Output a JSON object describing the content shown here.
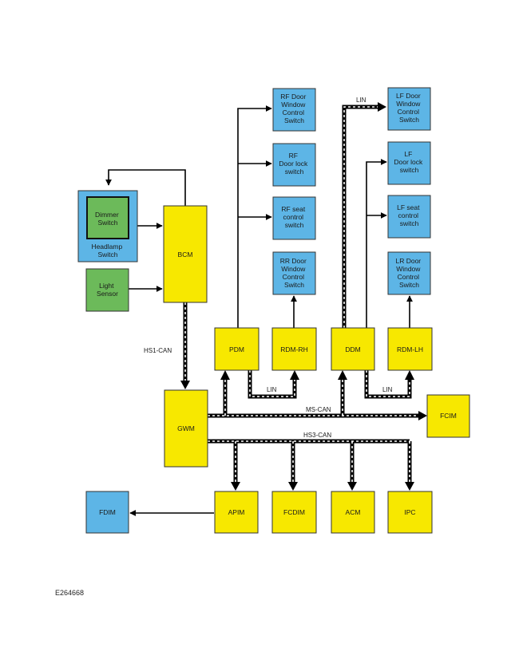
{
  "colors": {
    "module_fill": "#f7e800",
    "switch_fill": "#5db5e6",
    "sensor_fill": "#6cba5a",
    "outline": "#333333",
    "bus": "#000000"
  },
  "modules": {
    "bcm": "BCM",
    "gwm": "GWM",
    "pdm": "PDM",
    "rdm_rh": "RDM-RH",
    "ddm": "DDM",
    "rdm_lh": "RDM-LH",
    "fcim": "FCIM",
    "apim": "APIM",
    "fcdim": "FCDIM",
    "acm": "ACM",
    "ipc": "IPC",
    "fdim": "FDIM"
  },
  "switches": {
    "rf_window": [
      "RF Door",
      "Window",
      "Control",
      "Switch"
    ],
    "rf_lock": [
      "RF",
      "Door lock",
      "switch"
    ],
    "rf_seat": [
      "RF seat",
      "control",
      "switch"
    ],
    "rr_window": [
      "RR Door",
      "Window",
      "Control",
      "Switch"
    ],
    "lf_window": [
      "LF Door",
      "Window",
      "Control",
      "Switch"
    ],
    "lf_lock": [
      "LF",
      "Door lock",
      "switch"
    ],
    "lf_seat": [
      "LF seat",
      "control",
      "switch"
    ],
    "lr_window": [
      "LR Door",
      "Window",
      "Control",
      "Switch"
    ],
    "headlamp": [
      "Headlamp",
      "Switch"
    ],
    "dimmer": [
      "Dimmer",
      "Switch"
    ],
    "light_sensor": [
      "Light",
      "Sensor"
    ]
  },
  "buses": {
    "hs1": "HS1-CAN",
    "ms": "MS-CAN",
    "hs3": "HS3-CAN",
    "lin_pdm": "LIN",
    "lin_ddm": "LIN",
    "lin_top": "LIN"
  },
  "figure_id": "E264668"
}
